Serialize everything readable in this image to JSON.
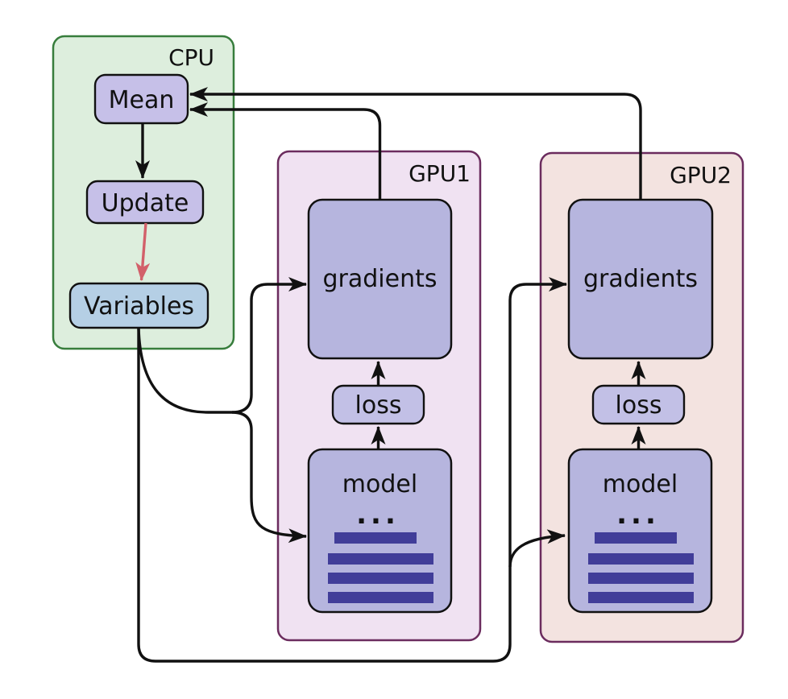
{
  "colors": {
    "background": "#ffffff",
    "cpu_fill": "#ddeedd",
    "cpu_border": "#377d3c",
    "gpu1_fill": "#f0e2f2",
    "gpu2_fill": "#f3e3e0",
    "gpu_border": "#6b2c5e",
    "node_fill": "#c6c0e8",
    "variables_fill": "#b5cfe5",
    "block_fill": "#b6b5de",
    "loss_fill": "#c2c0e6",
    "bar_color": "#413d99",
    "line_color": "#111111",
    "update_arrow_color": "#d2606a"
  },
  "cpu": {
    "label": "CPU",
    "mean": "Mean",
    "update": "Update",
    "variables": "Variables"
  },
  "gpu1": {
    "label": "GPU1",
    "gradients": "gradients",
    "loss": "loss",
    "model": "model",
    "dots": "..."
  },
  "gpu2": {
    "label": "GPU2",
    "gradients": "gradients",
    "loss": "loss",
    "model": "model",
    "dots": "..."
  },
  "edges": [
    {
      "from": "gpu1.gradients",
      "to": "cpu.mean",
      "style": "black"
    },
    {
      "from": "gpu2.gradients",
      "to": "cpu.mean",
      "style": "black"
    },
    {
      "from": "cpu.mean",
      "to": "cpu.update",
      "style": "black"
    },
    {
      "from": "cpu.update",
      "to": "cpu.variables",
      "style": "red"
    },
    {
      "from": "cpu.variables",
      "to": "gpu1.gradients",
      "style": "black"
    },
    {
      "from": "cpu.variables",
      "to": "gpu1.model",
      "style": "black"
    },
    {
      "from": "cpu.variables",
      "to": "gpu2.gradients",
      "style": "black"
    },
    {
      "from": "cpu.variables",
      "to": "gpu2.model",
      "style": "black"
    },
    {
      "from": "gpu1.model",
      "to": "gpu1.loss",
      "style": "black"
    },
    {
      "from": "gpu1.loss",
      "to": "gpu1.gradients",
      "style": "black"
    },
    {
      "from": "gpu2.model",
      "to": "gpu2.loss",
      "style": "black"
    },
    {
      "from": "gpu2.loss",
      "to": "gpu2.gradients",
      "style": "black"
    }
  ]
}
